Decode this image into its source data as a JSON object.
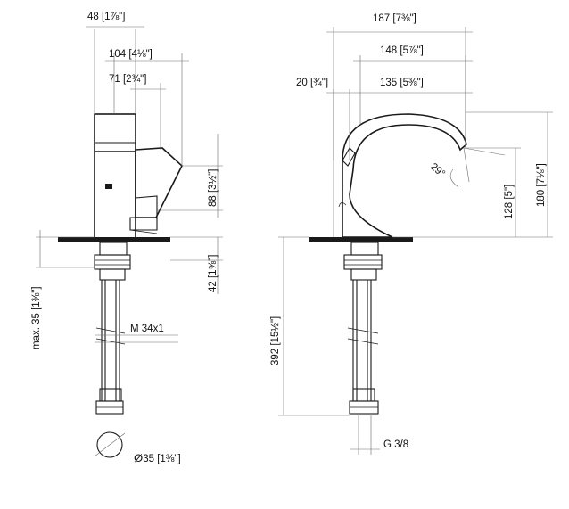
{
  "left_view": {
    "dim_width_48": "48 [1⅞\"]",
    "dim_lever_104": "104 [4⅛\"]",
    "dim_lever_71": "71 [2¾\"]",
    "dim_height_88": "88 [3½\"]",
    "dim_base_42": "42 [1⅝\"]",
    "dim_max_35": "max. 35 [1⅜\"]",
    "thread_label": "M 34x1",
    "hole_diameter": "ⵁ35 [1⅜\"]"
  },
  "right_view": {
    "dim_187": "187 [7⅜\"]",
    "dim_148": "148 [5⅞\"]",
    "dim_135": "135 [5⅜\"]",
    "dim_20": "20 [¾\"]",
    "angle_29": "29°",
    "dim_128": "128 [5\"]",
    "dim_180": "180 [7⅛\"]",
    "dim_392": "392 [15½\"]",
    "connection_label": "G 3/8"
  }
}
